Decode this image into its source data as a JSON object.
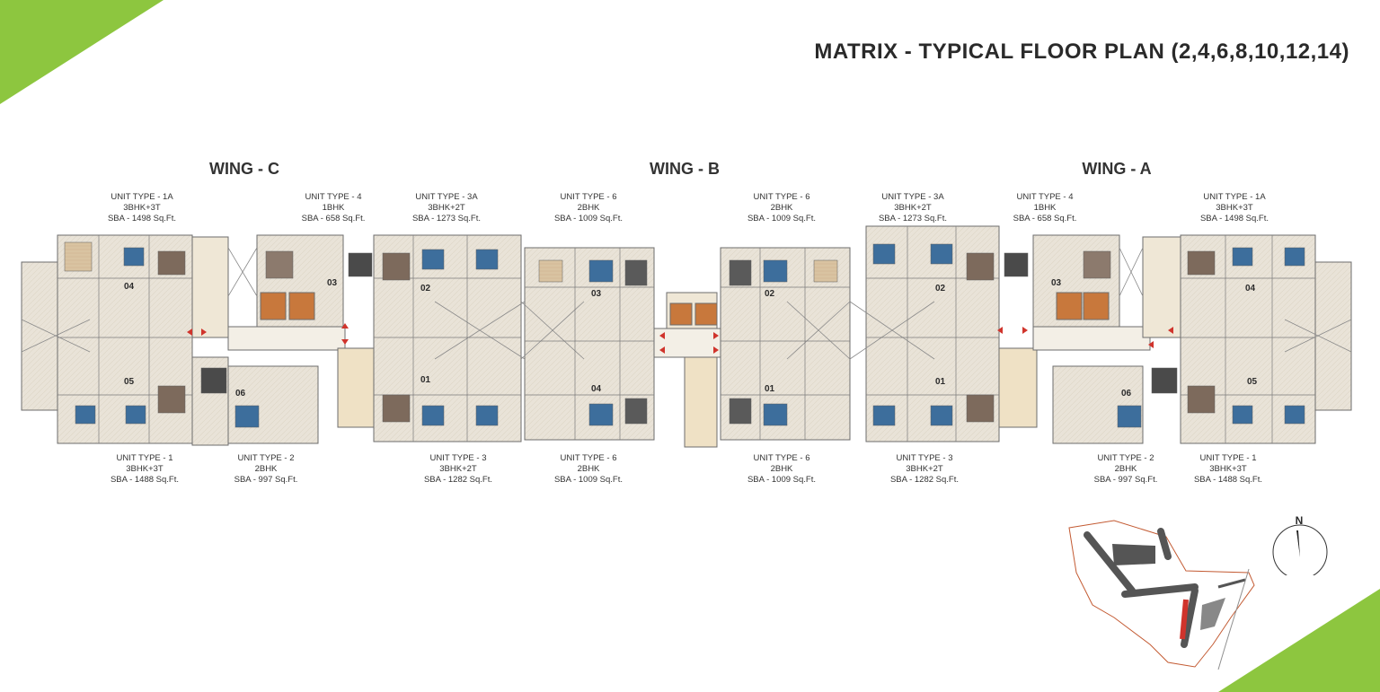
{
  "title": "MATRIX - TYPICAL FLOOR PLAN (2,4,6,8,10,12,14)",
  "accent_color": "#8dc63f",
  "wings": [
    {
      "name": "WING - C"
    },
    {
      "name": "WING - B"
    },
    {
      "name": "WING - A"
    }
  ],
  "units_top": [
    {
      "type": "UNIT TYPE - 1A",
      "config": "3BHK+3T",
      "sba": "SBA - 1498 Sq.Ft."
    },
    {
      "type": "UNIT TYPE - 4",
      "config": "1BHK",
      "sba": "SBA - 658 Sq.Ft."
    },
    {
      "type": "UNIT TYPE - 3A",
      "config": "3BHK+2T",
      "sba": "SBA - 1273 Sq.Ft."
    },
    {
      "type": "UNIT TYPE - 6",
      "config": "2BHK",
      "sba": "SBA - 1009 Sq.Ft."
    },
    {
      "type": "UNIT TYPE - 6",
      "config": "2BHK",
      "sba": "SBA - 1009 Sq.Ft."
    },
    {
      "type": "UNIT TYPE - 3A",
      "config": "3BHK+2T",
      "sba": "SBA - 1273 Sq.Ft."
    },
    {
      "type": "UNIT TYPE - 4",
      "config": "1BHK",
      "sba": "SBA - 658 Sq.Ft."
    },
    {
      "type": "UNIT TYPE - 1A",
      "config": "3BHK+3T",
      "sba": "SBA - 1498 Sq.Ft."
    }
  ],
  "units_bottom": [
    {
      "type": "UNIT TYPE - 1",
      "config": "3BHK+3T",
      "sba": "SBA - 1488 Sq.Ft."
    },
    {
      "type": "UNIT TYPE - 2",
      "config": "2BHK",
      "sba": "SBA - 997 Sq.Ft."
    },
    {
      "type": "UNIT TYPE - 3",
      "config": "3BHK+2T",
      "sba": "SBA - 1282 Sq.Ft."
    },
    {
      "type": "UNIT TYPE - 6",
      "config": "2BHK",
      "sba": "SBA - 1009 Sq.Ft."
    },
    {
      "type": "UNIT TYPE - 6",
      "config": "2BHK",
      "sba": "SBA - 1009 Sq.Ft."
    },
    {
      "type": "UNIT TYPE - 3",
      "config": "3BHK+2T",
      "sba": "SBA - 1282 Sq.Ft."
    },
    {
      "type": "UNIT TYPE - 2",
      "config": "2BHK",
      "sba": "SBA - 997 Sq.Ft."
    },
    {
      "type": "UNIT TYPE - 1",
      "config": "3BHK+3T",
      "sba": "SBA - 1488 Sq.Ft."
    }
  ],
  "unit_numbers": {
    "wing_c": [
      "04",
      "03",
      "02",
      "05",
      "06",
      "01"
    ],
    "wing_b": [
      "03",
      "04",
      "02",
      "01"
    ],
    "wing_a": [
      "02",
      "03",
      "04",
      "01",
      "06",
      "05"
    ]
  },
  "compass_label": "N"
}
